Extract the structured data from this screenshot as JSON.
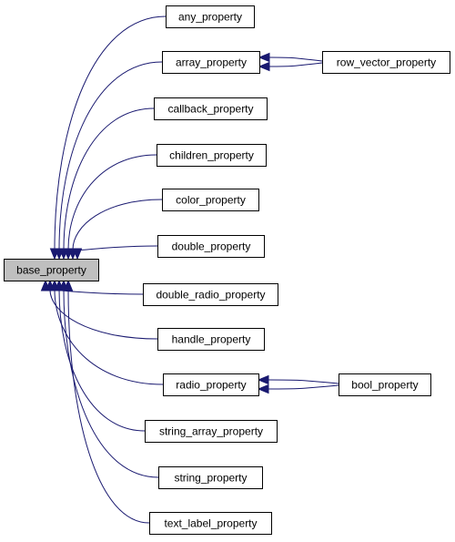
{
  "diagram": {
    "type": "inheritance-graph",
    "colors": {
      "edge": "#191970",
      "root_fill": "#bfbfbf",
      "node_fill": "#ffffff",
      "border": "#000000"
    },
    "nodes": [
      {
        "id": "base_property",
        "label": "base_property"
      },
      {
        "id": "any_property",
        "label": "any_property"
      },
      {
        "id": "array_property",
        "label": "array_property"
      },
      {
        "id": "row_vector_property",
        "label": "row_vector_property"
      },
      {
        "id": "callback_property",
        "label": "callback_property"
      },
      {
        "id": "children_property",
        "label": "children_property"
      },
      {
        "id": "color_property",
        "label": "color_property"
      },
      {
        "id": "double_property",
        "label": "double_property"
      },
      {
        "id": "double_radio_property",
        "label": "double_radio_property"
      },
      {
        "id": "handle_property",
        "label": "handle_property"
      },
      {
        "id": "radio_property",
        "label": "radio_property"
      },
      {
        "id": "bool_property",
        "label": "bool_property"
      },
      {
        "id": "string_array_property",
        "label": "string_array_property"
      },
      {
        "id": "string_property",
        "label": "string_property"
      },
      {
        "id": "text_label_property",
        "label": "text_label_property"
      }
    ],
    "edges": [
      {
        "from": "any_property",
        "to": "base_property"
      },
      {
        "from": "array_property",
        "to": "base_property"
      },
      {
        "from": "callback_property",
        "to": "base_property"
      },
      {
        "from": "children_property",
        "to": "base_property"
      },
      {
        "from": "color_property",
        "to": "base_property"
      },
      {
        "from": "double_property",
        "to": "base_property"
      },
      {
        "from": "double_radio_property",
        "to": "base_property"
      },
      {
        "from": "handle_property",
        "to": "base_property"
      },
      {
        "from": "radio_property",
        "to": "base_property"
      },
      {
        "from": "string_array_property",
        "to": "base_property"
      },
      {
        "from": "string_property",
        "to": "base_property"
      },
      {
        "from": "text_label_property",
        "to": "base_property"
      },
      {
        "from": "row_vector_property",
        "to": "array_property"
      },
      {
        "from": "bool_property",
        "to": "radio_property"
      }
    ]
  }
}
